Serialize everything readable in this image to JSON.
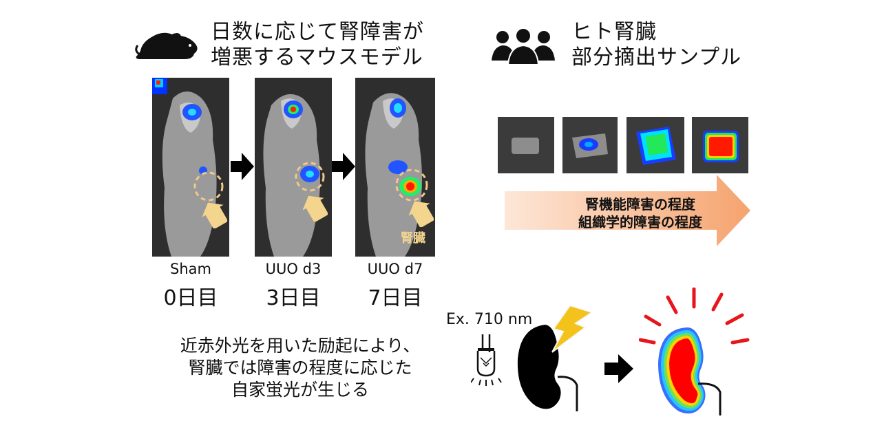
{
  "mouse_model": {
    "title_line1": "日数に応じて腎障害が",
    "title_line2": "増悪するマウスモデル",
    "panels": [
      {
        "label": "Sham",
        "day": "0日目"
      },
      {
        "label": "UUO d3",
        "day": "3日目"
      },
      {
        "label": "UUO d7",
        "day": "7日目"
      }
    ],
    "kidney_label": "腎臓"
  },
  "human_model": {
    "title_line1": "ヒト腎臓",
    "title_line2": "部分摘出サンプル",
    "arrow_text_line1": "腎機能障害の程度",
    "arrow_text_line2": "組織学的障害の程度"
  },
  "excitation": {
    "label": "Ex. 710 nm"
  },
  "description": {
    "line1": "近赤外光を用いた励起により、",
    "line2": "腎臓では障害の程度に応じた",
    "line3": "自家蛍光が生じる"
  },
  "colors": {
    "highlight_circle": "#f0c98a",
    "pointer_arrow": "#f4d58e",
    "gradient_start": "#fde7d8",
    "gradient_end": "#f5a36e",
    "lightning": "#f3c21b",
    "kidney_red": "#ff0000",
    "ray_red": "#e8151d"
  }
}
